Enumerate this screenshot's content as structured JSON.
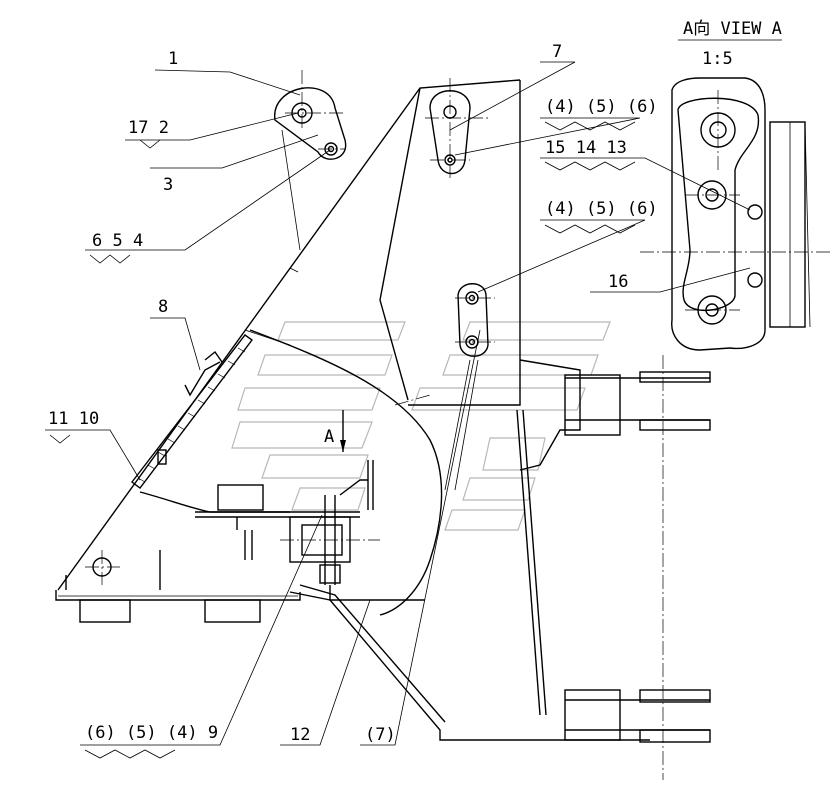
{
  "view_title": "A向 VIEW A",
  "view_scale": "1:5",
  "view_marker": "A",
  "labels": {
    "l1": "1",
    "l17_2": "17  2",
    "l3": "3",
    "l6_5_4": "6  5  4",
    "l7": "7",
    "l456_a": "(4) (5) (6)",
    "l15_14_13": "15  14  13",
    "l456_b": "(4) (5) (6)",
    "l16": "16",
    "l8": "8",
    "l11_10": "11  10",
    "l6549": "(6) (5) (4)  9",
    "l12": "12",
    "l7b": "(7)"
  }
}
